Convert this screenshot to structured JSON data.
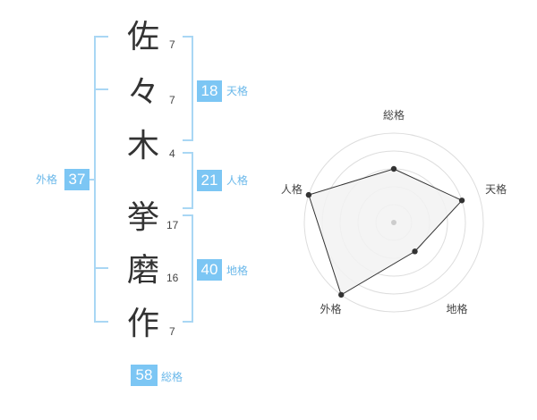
{
  "name": {
    "chars": [
      {
        "char": "佐",
        "strokes": "7"
      },
      {
        "char": "々",
        "strokes": "7"
      },
      {
        "char": "木",
        "strokes": "4"
      },
      {
        "char": "挙",
        "strokes": "17"
      },
      {
        "char": "磨",
        "strokes": "16"
      },
      {
        "char": "作",
        "strokes": "7"
      }
    ]
  },
  "fortune": {
    "tenkaku": {
      "value": "18",
      "label": "天格"
    },
    "jinkaku": {
      "value": "21",
      "label": "人格"
    },
    "chikaku": {
      "value": "40",
      "label": "地格"
    },
    "gaikaku": {
      "value": "37",
      "label": "外格"
    },
    "soukaku": {
      "value": "58",
      "label": "総格"
    }
  },
  "radar": {
    "axes": [
      "総格",
      "天格",
      "地格",
      "外格",
      "人格"
    ],
    "max": 5,
    "levels": 5,
    "values": [
      3,
      4,
      2,
      5,
      5
    ],
    "fill_color": "#f2f2f2",
    "line_color": "#333333",
    "ring_color": "#dddddd",
    "center_color": "#cccccc"
  },
  "colors": {
    "accent": "#7cc6f4",
    "bracket": "#a9d7f4",
    "label": "#6ab8ea"
  }
}
